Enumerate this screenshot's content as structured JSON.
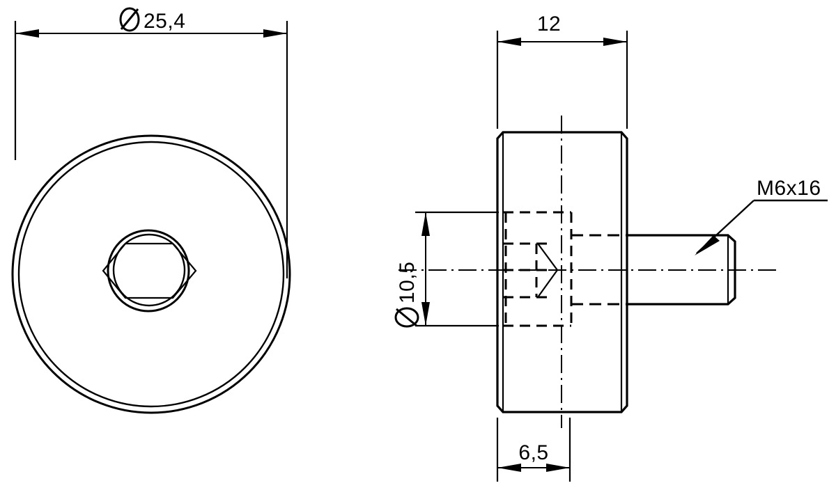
{
  "drawing": {
    "title": "Socket head cap screw technical drawing",
    "line_color": "#000000",
    "background_color": "#ffffff",
    "views": {
      "front": {
        "name": "front-view",
        "description": "Circular head front view with hex socket"
      },
      "side": {
        "name": "side-view",
        "description": "Side elevation with hidden hex socket and threaded shank"
      }
    },
    "dimensions": {
      "head_diameter": "Ø 25,4",
      "head_diameter_value": "25,4",
      "head_thickness": "12",
      "socket_diameter": "Ø 10,5",
      "socket_diameter_value": "10,5",
      "socket_depth": "6,5",
      "thread_callout": "M6x16"
    }
  }
}
